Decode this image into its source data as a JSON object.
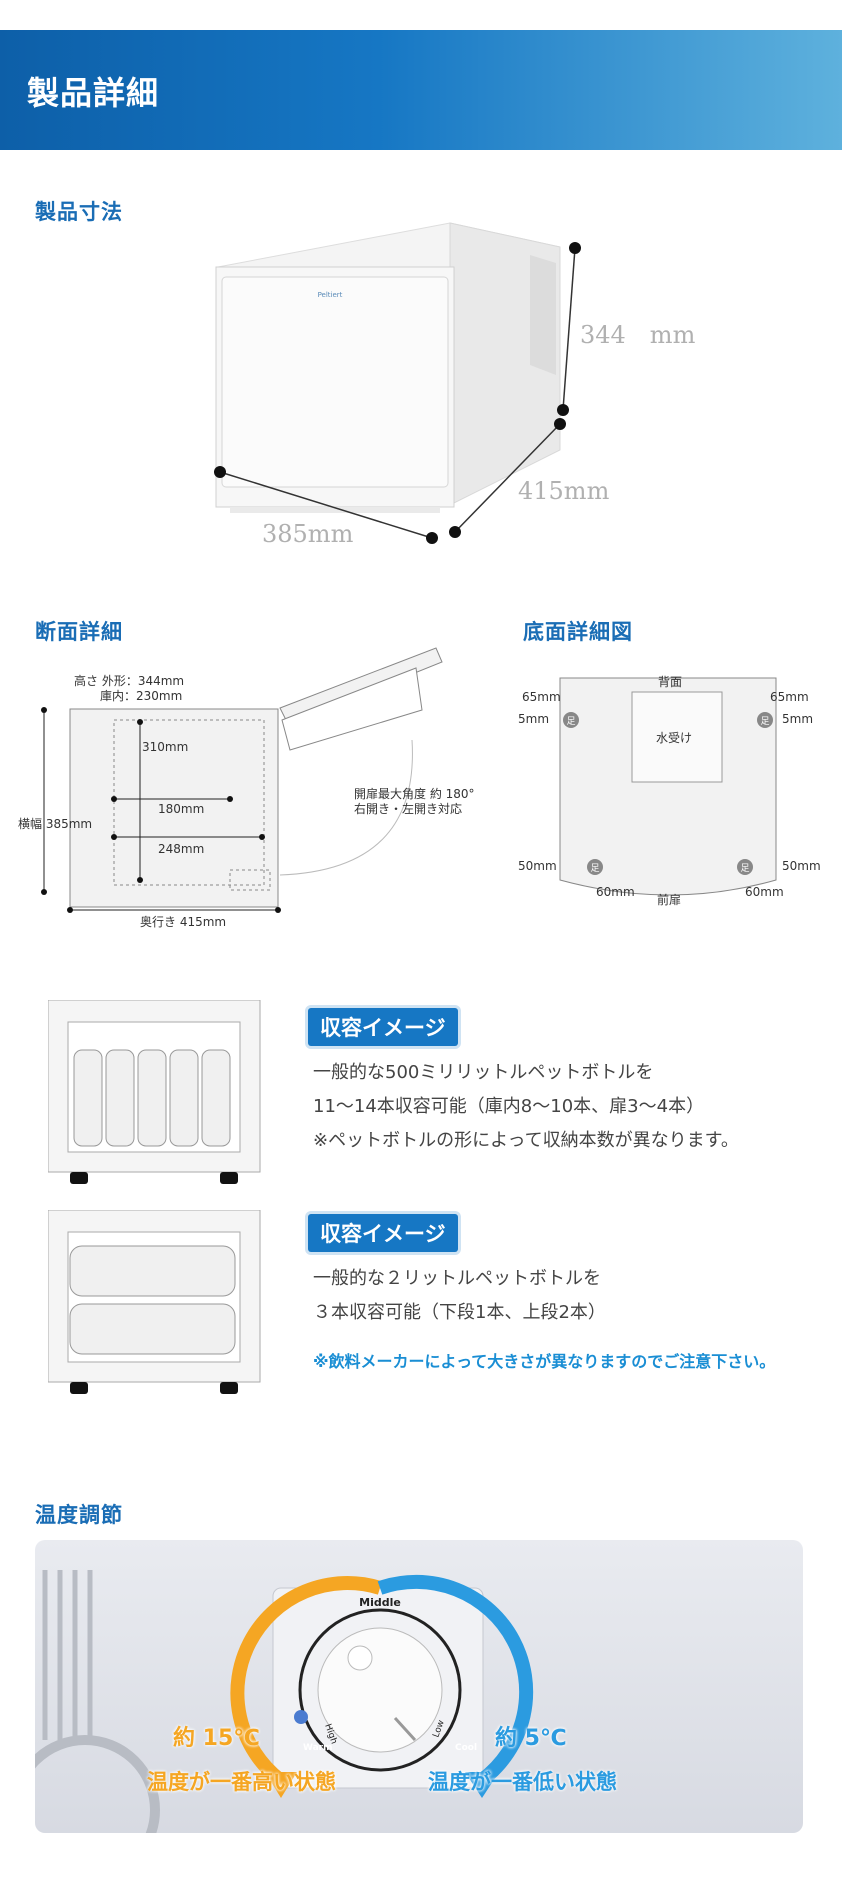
{
  "header": {
    "title": "製品詳細"
  },
  "dimensions": {
    "title": "製品寸法",
    "height": "344　mm",
    "depth": "415mm",
    "width": "385mm",
    "logo": "Peltiert"
  },
  "cross_section": {
    "title": "断面詳細",
    "height_line1": "高さ 外形：344mm",
    "height_line2": "庫内：230mm",
    "inner_height": "310mm",
    "inner_width1": "180mm",
    "inner_width2": "248mm",
    "side_width": "横幅 385mm",
    "depth": "奥行き 415mm",
    "door_note1": "開扉最大角度 約 180°",
    "door_note2": "右開き・左開き対応"
  },
  "bottom_view": {
    "title": "底面詳細図",
    "back": "背面",
    "front": "前扉",
    "water_tray": "水受け",
    "foot": "足",
    "tl_65": "65mm",
    "tl_5": "5mm",
    "tr_65": "65mm",
    "tr_5": "5mm",
    "bl_50": "50mm",
    "bl_60": "60mm",
    "br_50": "50mm",
    "br_60": "60mm"
  },
  "capacity_1": {
    "badge": "収容イメージ",
    "line1": "一般的な500ミリリットルペットボトルを",
    "line2": "11～14本収容可能（庫内8～10本、扉3～4本）",
    "line3": "※ペットボトルの形によって収納本数が異なります。"
  },
  "capacity_2": {
    "badge": "収容イメージ",
    "line1": "一般的な２リットルペットボトルを",
    "line2": "３本収容可能（下段1本、上段2本）",
    "note": "※飲料メーカーによって大きさが異なりますのでご注意下さい。"
  },
  "temperature": {
    "title": "温度調節",
    "dial_middle": "Middle",
    "dial_high": "High",
    "dial_low": "Low",
    "warm": "Warm",
    "cool": "Cool",
    "warm_temp": "約 15℃",
    "warm_state": "温度が一番高い状態",
    "cool_temp": "約 5℃",
    "cool_state": "温度が一番低い状態"
  },
  "colors": {
    "brand_blue": "#1677c4",
    "title_blue": "#1a6db5",
    "warm_orange": "#f5a623",
    "cool_blue": "#2b9be0"
  }
}
